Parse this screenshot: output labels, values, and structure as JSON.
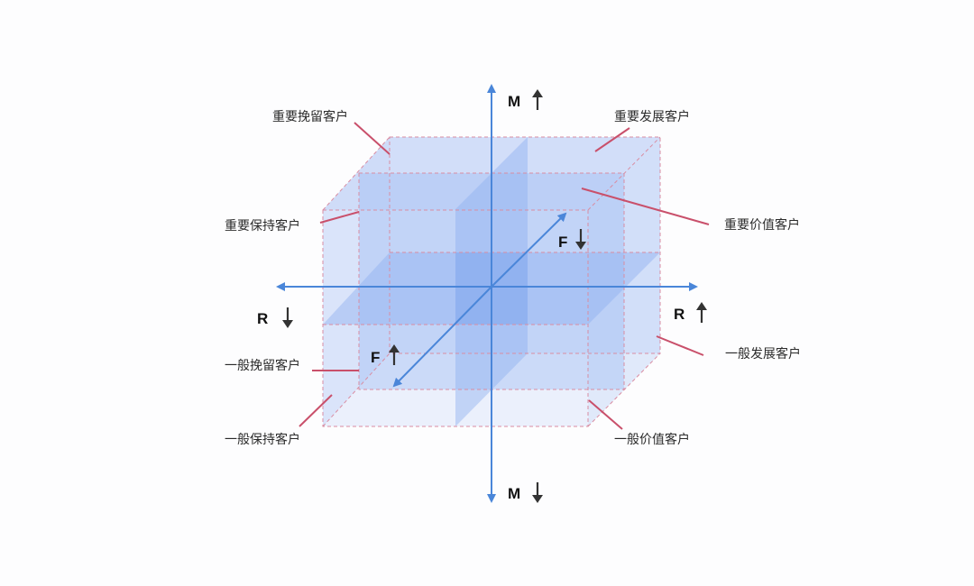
{
  "colors": {
    "axis": "#4a86d9",
    "leader": "#c9506b",
    "box_fill": "#aac4f5",
    "dash": "#d98da2"
  },
  "axes": {
    "m_top": "M",
    "m_bottom": "M",
    "r_left": "R",
    "r_right": "R",
    "f_back": "F",
    "f_front": "F",
    "m_top_direction": "up",
    "m_bottom_direction": "down",
    "r_left_direction": "down",
    "r_right_direction": "up",
    "f_back_direction": "down",
    "f_front_direction": "up"
  },
  "segments": {
    "important_retain": "重要挽留客户",
    "important_develop": "重要发展客户",
    "important_keep": "重要保持客户",
    "important_value": "重要价值客户",
    "general_retain": "一般挽留客户",
    "general_develop": "一般发展客户",
    "general_keep": "一般保持客户",
    "general_value": "一般价值客户"
  }
}
